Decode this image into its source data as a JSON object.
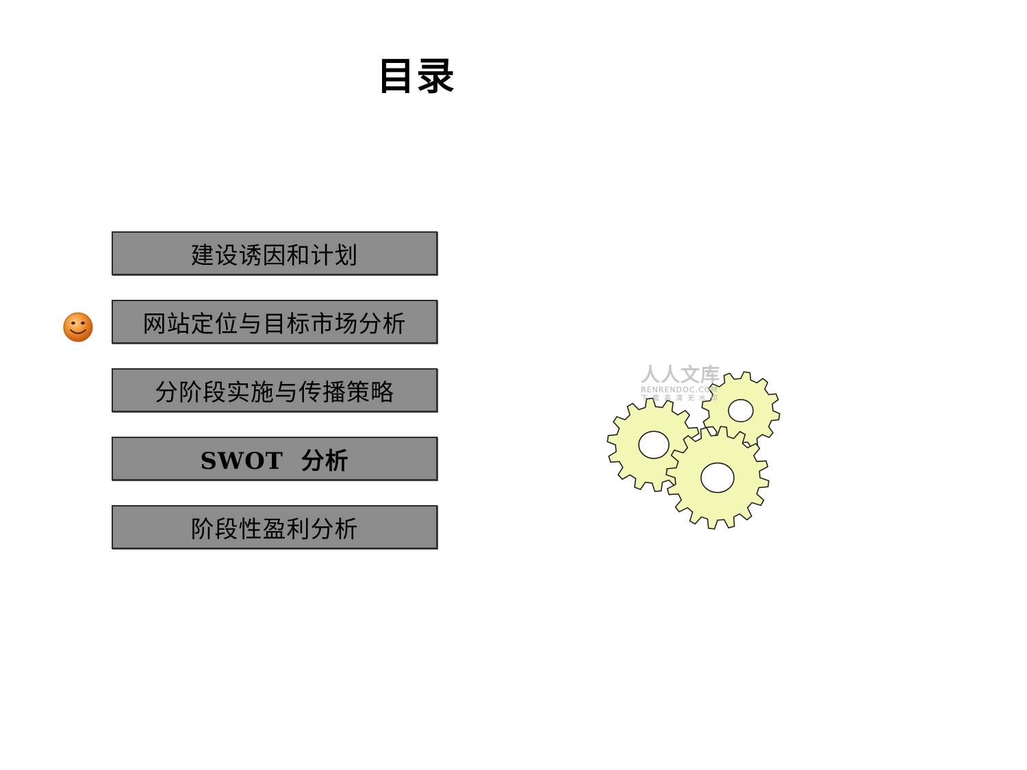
{
  "slide": {
    "title": "目录"
  },
  "menu": {
    "items": [
      {
        "label": "建设诱因和计划"
      },
      {
        "label": "网站定位与目标市场分析",
        "active": true
      },
      {
        "label": "分阶段实施与传播策略"
      },
      {
        "label": "SWOT  分析"
      },
      {
        "label": "阶段性盈利分析"
      }
    ]
  },
  "watermark": {
    "title": "人人文库",
    "url": "RENRENDOC.COM",
    "subtitle": "下载高清无水印"
  },
  "icons": {
    "marker": "smiley-face-icon",
    "illustration": "gears-icon"
  },
  "colors": {
    "menu_fill": "#8c8c8c",
    "menu_border": "#2b2b2b",
    "gear_fill": "#f2f7b4",
    "smiley_fill": "#f08a2a"
  }
}
